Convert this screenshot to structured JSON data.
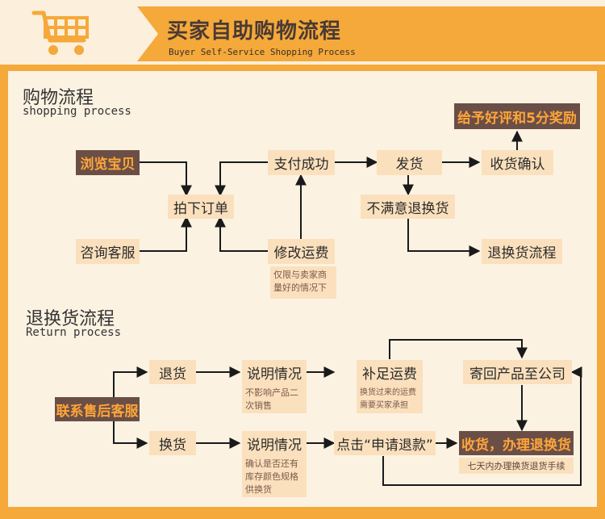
{
  "header": {
    "title": "买家自助购物流程",
    "subtitle": "Buyer Self-Service Shopping Process"
  },
  "shopping": {
    "title": "购物流程",
    "subtitle": "shopping process",
    "browse": "浏览宝贝",
    "consult": "咨询客服",
    "order": "拍下订单",
    "pay_success": "支付成功",
    "modify_freight": "修改运费",
    "modify_note": "仅限与卖家商量好的情况下",
    "ship": "发货",
    "unsatisfied": "不满意退换货",
    "confirm_receipt": "收货确认",
    "good_review": "给予好评和5分奖励",
    "return_flow": "退换货流程"
  },
  "returns": {
    "title": "退换货流程",
    "subtitle": "Return process",
    "contact_service": "联系售后客服",
    "return_goods": "退货",
    "exchange_goods": "换货",
    "explain_1": "说明情况",
    "explain_1_note": "不影响产品二次销售",
    "explain_2": "说明情况",
    "explain_2_note": "确认是否还有库存颜色规格供换货",
    "pay_freight": "补足运费",
    "pay_freight_note": "换货过来的运费需要买家承担",
    "send_back": "寄回产品至公司",
    "apply_refund": "点击“申请退款”",
    "receive_process": "收货，办理退换货",
    "receive_note": "七天内办理换货退货手续"
  },
  "colors": {
    "accent": "#f4a93a",
    "panel": "#fcf2e2",
    "box": "#fbe0bd",
    "dark_box": "#6b4f46",
    "dark_text": "#ffa53a"
  }
}
